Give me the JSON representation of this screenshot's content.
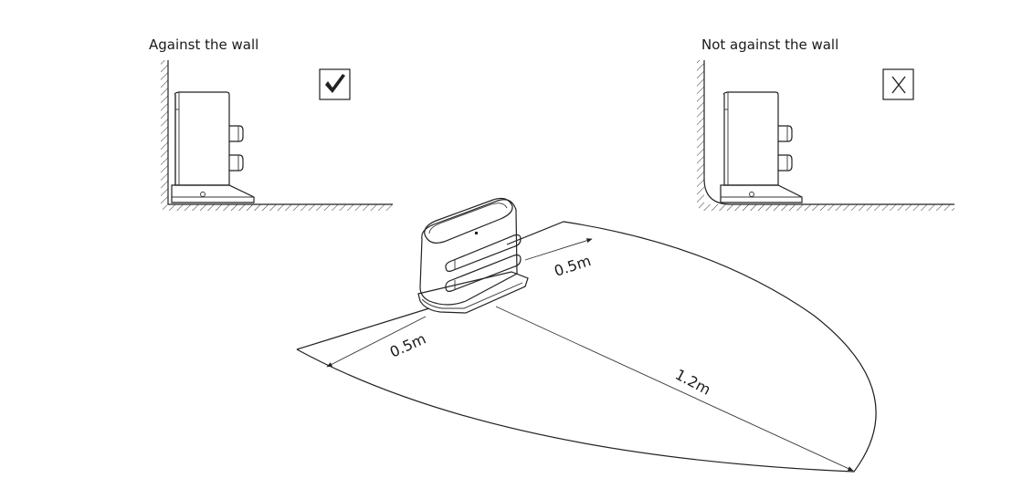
{
  "panels": {
    "left": {
      "caption": "Against the wall",
      "status_icon": "check-icon"
    },
    "right": {
      "caption": "Not against the wall",
      "status_icon": "x-icon"
    }
  },
  "clearance": {
    "side_right": "0.5m",
    "side_left": "0.5m",
    "front": "1.2m"
  },
  "colors": {
    "line": "#222222",
    "background": "#ffffff"
  }
}
